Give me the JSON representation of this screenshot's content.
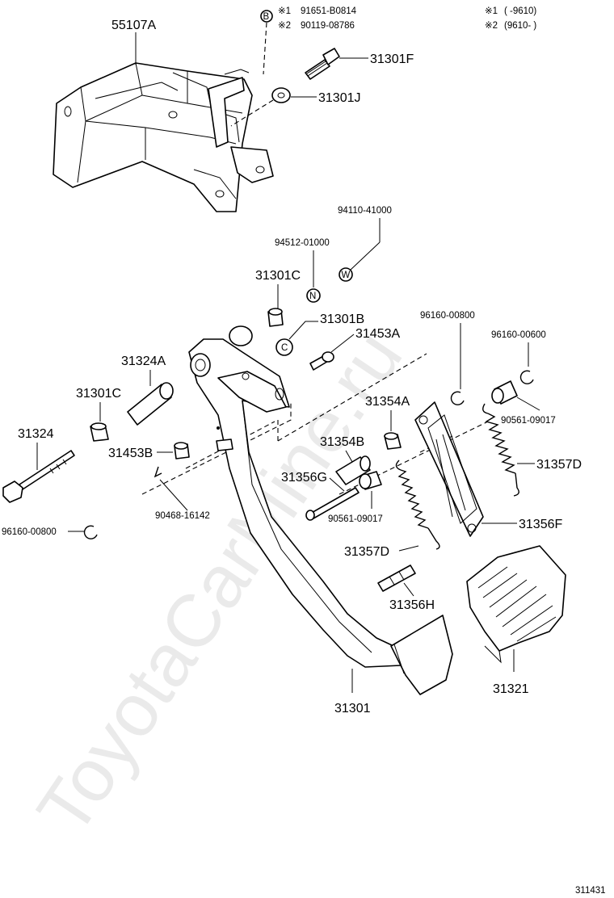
{
  "diagram": {
    "drawing_number": "311431",
    "watermark": "ToyotaCarMine.ru",
    "notes": [
      {
        "mark": "※1",
        "text": "(       -9610)"
      },
      {
        "mark": "※2",
        "text": "(9610-       )"
      }
    ],
    "callout_bolt_notes": [
      {
        "mark": "※1",
        "part": "91651-B0814"
      },
      {
        "mark": "※2",
        "part": "90119-08786"
      }
    ],
    "circle_marks": [
      "B",
      "N",
      "W",
      "C"
    ],
    "parts": [
      "55107A",
      "31301F",
      "31301J",
      "94110-41000",
      "94512-01000",
      "31301C",
      "31301B",
      "31453A",
      "96160-00800",
      "96160-00600",
      "31324A",
      "31301C",
      "31354A",
      "90561-09017",
      "31324",
      "31453B",
      "31354B",
      "31357D",
      "90468-16142",
      "31356G",
      "90561-09017",
      "31356F",
      "96160-00800",
      "31357D",
      "31356H",
      "31301",
      "31321"
    ]
  }
}
